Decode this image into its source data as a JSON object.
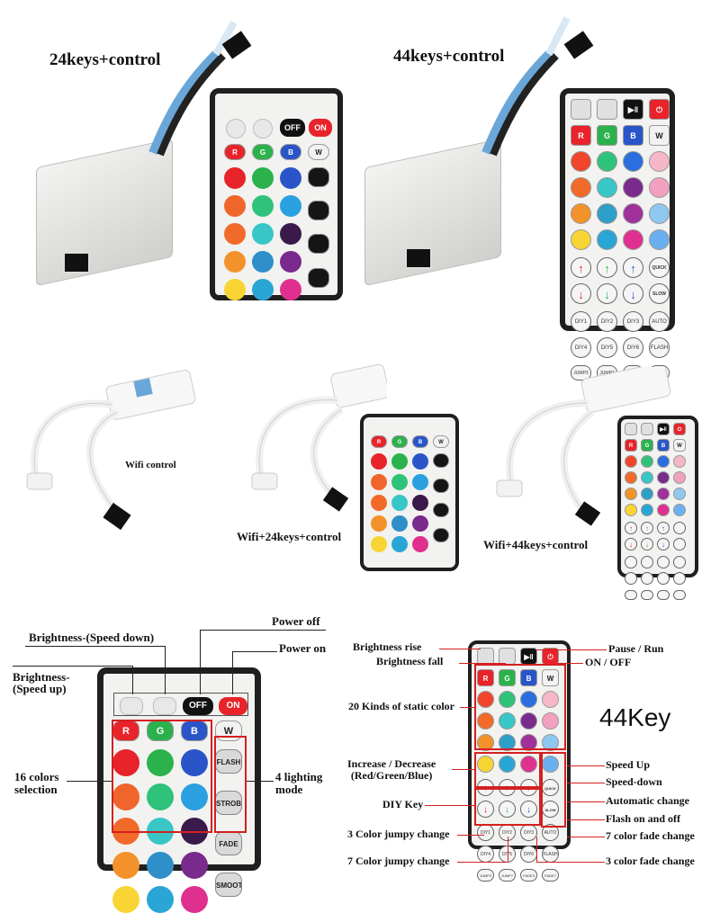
{
  "titles": {
    "k24": "24keys+control",
    "k44": "44keys+control",
    "wifi": "Wifi control",
    "wifi24": "Wifi+24keys+control",
    "wifi44": "Wifi+44keys+control"
  },
  "remote24": {
    "top": [
      "",
      "",
      "OFF",
      "ON"
    ],
    "letters": [
      "R",
      "G",
      "B",
      "W"
    ],
    "modes": [
      "FLASH",
      "STROBE",
      "FADE",
      "SMOOTH"
    ],
    "colors": [
      "#e8232a",
      "#2bb24c",
      "#2a55c9",
      "#f2f2f2",
      "#f0652b",
      "#2fc27a",
      "#2aa0e0",
      "#f26a2a",
      "#38c6c6",
      "#3a1a4a",
      "#f3922a",
      "#2e8fc9",
      "#7a2a8c",
      "#f8d534",
      "#2aa6d6",
      "#e0308f"
    ]
  },
  "remote44": {
    "top": [
      "",
      "",
      "▶‖",
      "⏻"
    ],
    "letters": [
      "R",
      "G",
      "B",
      "W"
    ],
    "quick": "QUICK",
    "slow": "SLOW",
    "auto": "AUTO",
    "flash": "FLASH",
    "diy": [
      "DIY1",
      "DIY2",
      "DIY3",
      "DIY4",
      "DIY5",
      "DIY6"
    ],
    "jumps": [
      "JUMP3",
      "JUMP7",
      "FADE3",
      "FADE7"
    ]
  },
  "annotations24": {
    "brightness_down": "Brightness-(Speed down)",
    "power_off": "Power off",
    "power_on": "Power on",
    "brightness_up": "Brightness-\n(Speed up)",
    "colors": "16 colors\nselection",
    "modes": "4 lighting\nmode"
  },
  "annotations44": {
    "brightness_rise": "Brightness rise",
    "brightness_fall": "Brightness fall",
    "pause_run": "Pause / Run",
    "on_off": "ON / OFF",
    "static": "20 Kinds of static color",
    "increase": "Increase / Decrease\n(Red/Green/Blue)",
    "diy_key": "DIY Key",
    "jump3": "3 Color jumpy change",
    "jump7": "7 Color jumpy change",
    "speed_up": "Speed Up",
    "speed_down": "Speed-down",
    "auto": "Automatic change",
    "flash": "Flash on and off",
    "fade7": "7 color fade change",
    "fade3": "3 color fade change",
    "big": "44Key"
  }
}
